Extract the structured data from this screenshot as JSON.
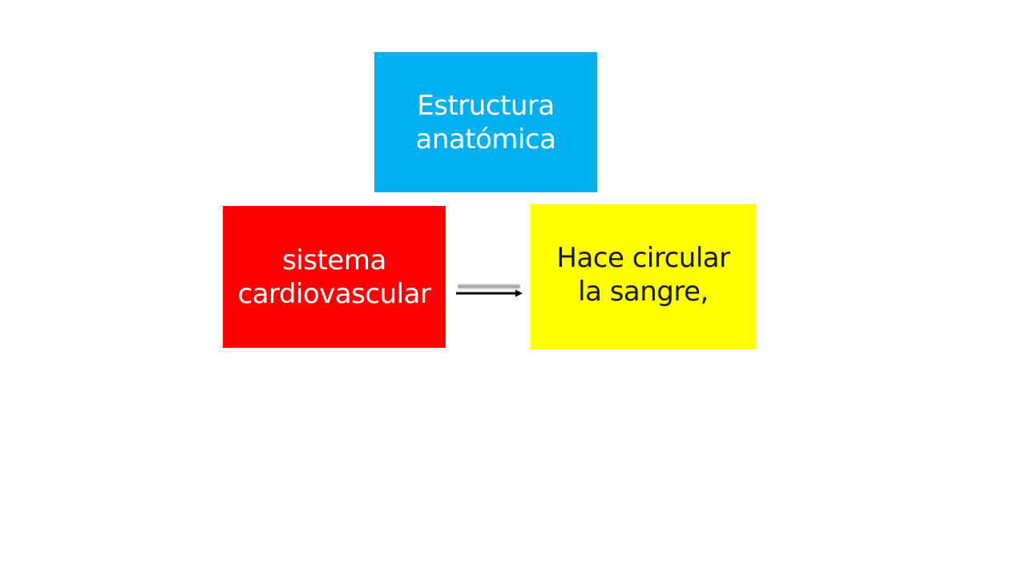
{
  "diagram": {
    "nodes": {
      "top": {
        "text": "Estructura anatómica",
        "fill": "#00B0F0",
        "text_color": "#FFFFFF"
      },
      "left": {
        "text": "sistema cardiovascular",
        "fill": "#FF0000",
        "text_color": "#FFFFFF"
      },
      "right": {
        "text": "Hace circular la sangre,",
        "fill": "#FFFF00",
        "text_color": "#1A1A1A"
      }
    },
    "arrow_color": "#000000"
  }
}
